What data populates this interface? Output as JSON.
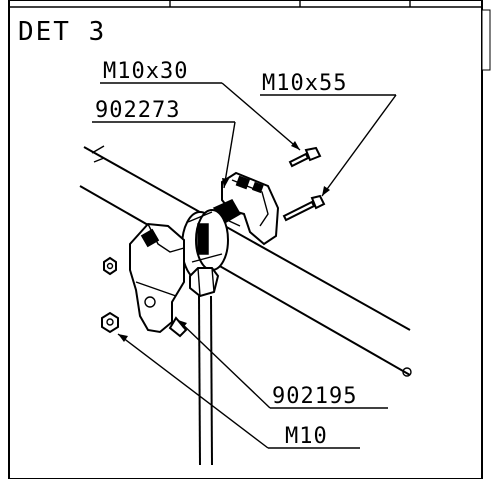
{
  "detail_title": "DET 3",
  "labels": {
    "bolt_short": "M10x30",
    "bolt_long": "M10x55",
    "bracket_upper": "902273",
    "bracket_lower": "902195",
    "nut": "M10"
  }
}
